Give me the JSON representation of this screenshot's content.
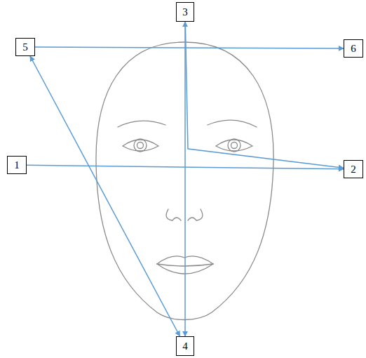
{
  "diagram": {
    "nodes": [
      {
        "text": [
          "1"
        ]
      },
      {
        "text": [
          "2"
        ]
      },
      {
        "text": [
          "3"
        ]
      },
      {
        "text": [
          "4"
        ]
      },
      {
        "text": [
          "5"
        ]
      },
      {
        "text": [
          "6"
        ]
      }
    ],
    "edges": [
      {
        "from": 0,
        "to": 1,
        "arrow": "to"
      },
      {
        "from": 2,
        "to": 3,
        "arrow": "both"
      },
      {
        "from": 2,
        "to": 1,
        "arrow": "to"
      },
      {
        "from": 4,
        "to": 3,
        "arrow": "both"
      },
      {
        "from": 4,
        "to": 5,
        "arrow": "to"
      }
    ]
  }
}
